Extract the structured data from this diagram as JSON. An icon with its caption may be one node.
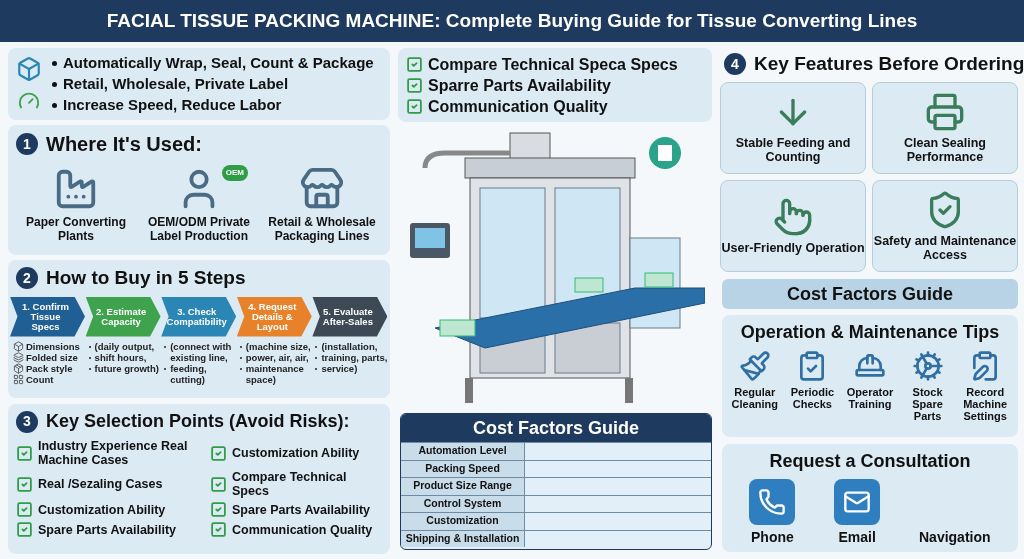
{
  "diagram": {
    "title": "FACIAL TISSUE PACKING MACHINE: Complete Buying Guide for Tissue Converting Lines",
    "nodes": [
      {
        "text": [
          "Automatically Wrap, Seal, Count & Package",
          "Retail, Wholesale, Private Label",
          "Increase Speed, Reduce Labor"
        ]
      },
      {
        "text": [
          "Where It's Used:"
        ]
      },
      {
        "text": [
          "Paper Converting Plants"
        ],
        "in": 1
      },
      {
        "text": [
          "OEM",
          "OEM/ODM Private Label Production"
        ],
        "in": 1
      },
      {
        "text": [
          "Retail & Wholesale Packaging Lines"
        ],
        "in": 1
      },
      {
        "text": [
          "How to Buy in 5 Steps"
        ]
      },
      {
        "text": [
          "1. Confirm Tissue Specs"
        ],
        "in": 5,
        "beside": [
          "Dimensions",
          "Folded size",
          "Pack style",
          "Count"
        ]
      },
      {
        "text": [
          "2. Estimate Capacity"
        ],
        "in": 5,
        "beside": [
          "(daily output,",
          "shift hours,",
          "future growth)"
        ]
      },
      {
        "text": [
          "3. Check Compatibility"
        ],
        "in": 5,
        "beside": [
          "(connect with existing line,",
          "feeding, cutting)"
        ]
      },
      {
        "text": [
          "4. Request Details & Layout"
        ],
        "in": 5,
        "beside": [
          "(machine size,",
          "power, air, air,",
          "maintenance space)"
        ]
      },
      {
        "text": [
          "5. Evaluate After-Sales"
        ],
        "in": 5,
        "beside": [
          "(installation,",
          "training, parts,",
          "service)"
        ]
      },
      {
        "text": [
          "Key Selection Points (Avoid Risks):",
          "Industry Experience Real Machine Cases",
          "Customization Ability",
          "Real /Sezaling Cases",
          "Compare Technical Specs",
          "Customization Ability",
          "Spare Parts Availability",
          "Spare Parts Availability",
          "Communication Quality"
        ]
      },
      {
        "text": [
          "Compare Technical Speca Specs",
          "Sparre Parts Availability",
          "Communication Quality"
        ]
      },
      {
        "text": [
          "Cost Factors Guide",
          "Automation Level",
          "Packing Speed",
          "Product Size Range",
          "Control System",
          "Customization",
          "Shipping & Installation"
        ]
      },
      {
        "text": [
          "Key Features Before Ordering"
        ]
      },
      {
        "text": [
          "Stable Feeding and Counting"
        ]
      },
      {
        "text": [
          "Clean Sealing Performance"
        ]
      },
      {
        "text": [
          "User-Friendly Operation"
        ]
      },
      {
        "text": [
          "Safety and Maintenance Access"
        ]
      },
      {
        "text": [
          "Cost Factors Guide"
        ]
      },
      {
        "text": [
          "Operation & Maintenance Tips",
          "Regular Cleaning",
          "Periodic Checks",
          "Operator Training",
          "Stock Spare Parts",
          "Record Machine Settings"
        ]
      },
      {
        "text": [
          "Request a Consultation",
          "Phone",
          "Email",
          "Navigation"
        ]
      },
      {
        "text": [
          "1"
        ],
        "in": 1
      },
      {
        "text": [
          "2"
        ],
        "in": 5
      },
      {
        "text": [
          "3"
        ],
        "in": 11
      },
      {
        "text": [
          "4"
        ]
      }
    ]
  }
}
